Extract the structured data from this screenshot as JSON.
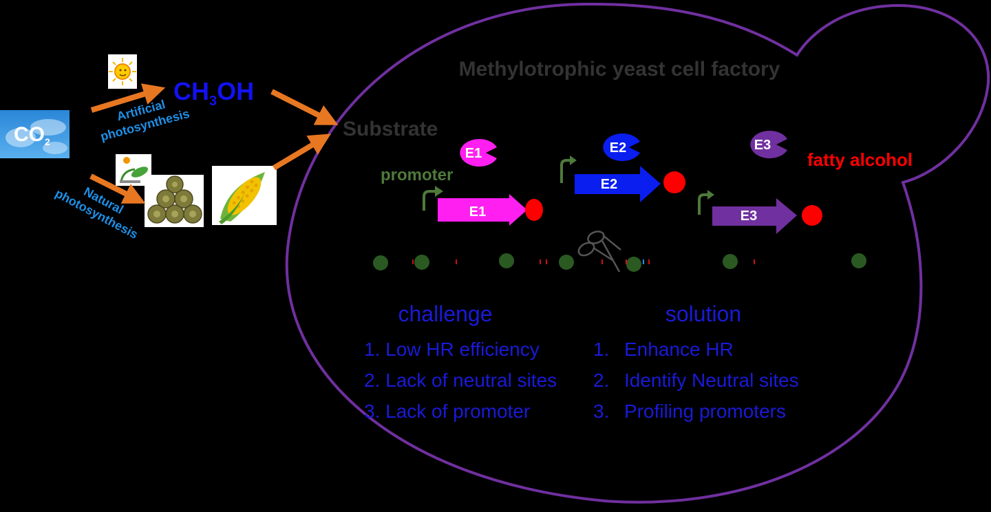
{
  "title": "Methylotrophic yeast cell factory",
  "substrate": "Substrate",
  "co2": {
    "text": "CO",
    "sub": "2"
  },
  "methanol": {
    "pre": "CH",
    "sub": "3",
    "post": "OH"
  },
  "pathways": {
    "artificial_line1": "Artificial",
    "artificial_line2": "photosynthesis",
    "natural_line1": "Natural",
    "natural_line2": "photosynthesis"
  },
  "promoter_label": "promoter",
  "enzymes": {
    "e1": "E1",
    "e2": "E2",
    "e3": "E3"
  },
  "product": "fatty alcohol",
  "challenge": {
    "heading": "challenge",
    "items": [
      "1. Low HR efficiency",
      "2. Lack of neutral sites",
      "3. Lack of promoter"
    ]
  },
  "solution": {
    "heading": "solution",
    "numbers": [
      "1.",
      "2.",
      "3."
    ],
    "items": [
      "Enhance HR",
      "Identify Neutral sites",
      "Profiling promoters"
    ]
  },
  "colors": {
    "background": "#000000",
    "membrane": "#7030a0",
    "arrow_orange": "#e87722",
    "methanol_blue": "#1212f0",
    "text_blue": "#1a1ad8",
    "label_cyan": "#1e90e8",
    "gray_text": "#333333",
    "promoter_green": "#4e7a3a",
    "e1": "#ff1ff0",
    "e2": "#0a1ef0",
    "e3": "#7030a0",
    "product_red": "#ff0000",
    "site_green": "#2a5a22"
  }
}
